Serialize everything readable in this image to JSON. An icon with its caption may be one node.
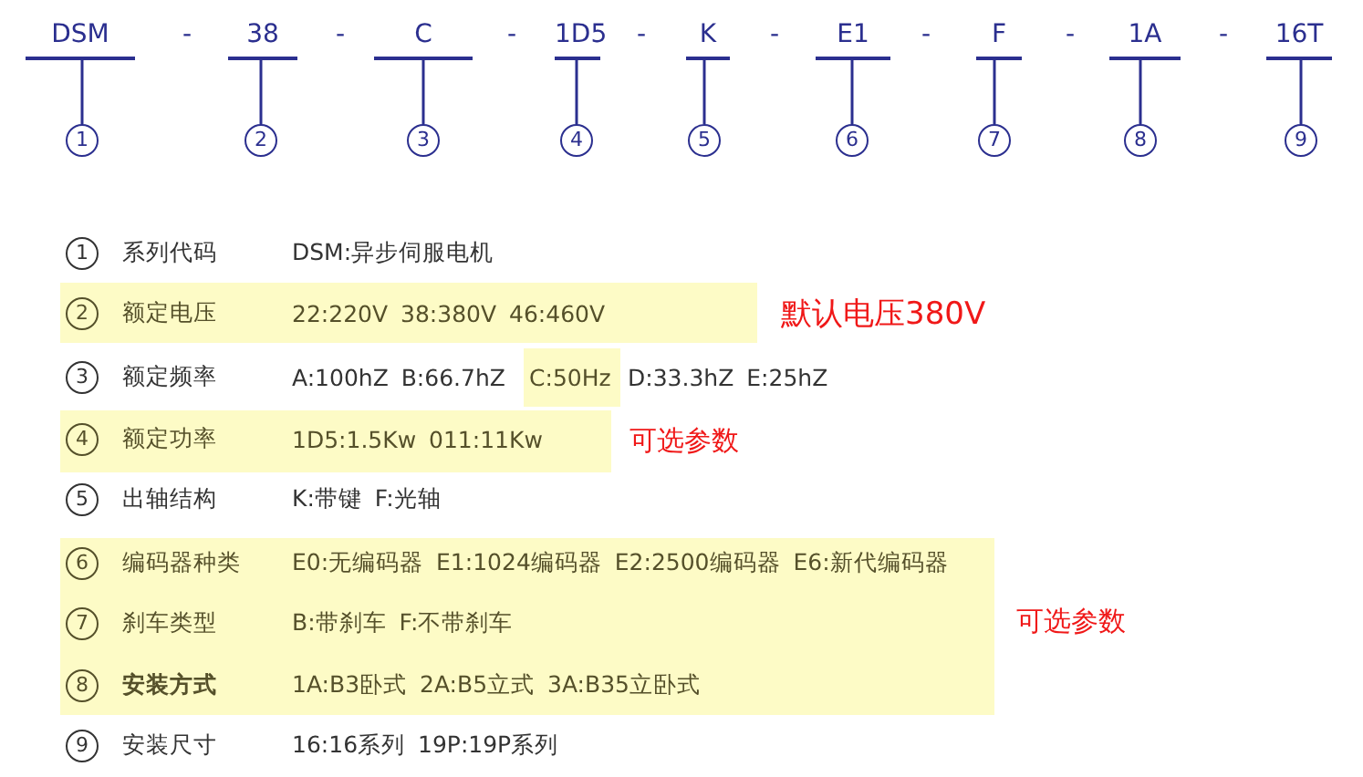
{
  "diagram": {
    "nodes": [
      {
        "text": [
          "DSM"
        ]
      },
      {
        "text": [
          "38"
        ]
      },
      {
        "text": [
          "C"
        ]
      },
      {
        "text": [
          "1D5"
        ]
      },
      {
        "text": [
          "K"
        ]
      },
      {
        "text": [
          "E1"
        ]
      },
      {
        "text": [
          "F"
        ]
      },
      {
        "text": [
          "1A"
        ]
      },
      {
        "text": [
          "16T"
        ]
      },
      {
        "text": [
          "1"
        ]
      },
      {
        "text": [
          "2"
        ]
      },
      {
        "text": [
          "3"
        ]
      },
      {
        "text": [
          "4"
        ]
      },
      {
        "text": [
          "5"
        ]
      },
      {
        "text": [
          "6"
        ]
      },
      {
        "text": [
          "7"
        ]
      },
      {
        "text": [
          "8"
        ]
      },
      {
        "text": [
          "9"
        ]
      },
      {
        "text": [
          "1"
        ]
      },
      {
        "text": [
          "额定电压",
          "22:220V 38:380V 46:460V"
        ]
      },
      {
        "text": [
          "2"
        ],
        "in": 19
      },
      {
        "text": [
          "C:50Hz"
        ]
      },
      {
        "text": [
          "3"
        ]
      },
      {
        "text": [
          "额定功率",
          "1D5:1.5Kw 011:11Kw"
        ]
      },
      {
        "text": [
          "4"
        ],
        "in": 23
      },
      {
        "text": [
          "5"
        ]
      },
      {
        "text": [
          "编码器种类",
          "E0:无编码器 E1:1024编码器 E2:2500编码器 E6:新代编码器",
          "刹车类型",
          "B:带刹车 F:不带刹车",
          "安装方式",
          "1A:B3卧式 2A:B5立式 3A:B35立卧式"
        ]
      },
      {
        "text": [
          "6"
        ],
        "in": 26
      },
      {
        "text": [
          "7"
        ],
        "in": 26
      },
      {
        "text": [
          "8"
        ],
        "in": 26
      },
      {
        "text": [
          "9"
        ]
      }
    ],
    "edges": [
      {
        "from": 0,
        "to": 9,
        "arrow": "none"
      },
      {
        "from": 1,
        "to": 10,
        "arrow": "none"
      },
      {
        "from": 2,
        "to": 11,
        "arrow": "none"
      },
      {
        "from": 3,
        "to": 12,
        "arrow": "none"
      },
      {
        "from": 4,
        "to": 13,
        "arrow": "none"
      },
      {
        "from": 5,
        "to": 14,
        "arrow": "none"
      },
      {
        "from": 6,
        "to": 15,
        "arrow": "none"
      },
      {
        "from": 7,
        "to": 16,
        "arrow": "none"
      },
      {
        "from": 8,
        "to": 17,
        "arrow": "none"
      }
    ],
    "labels": [
      "-",
      "-",
      "-",
      "-",
      "-",
      "-",
      "-",
      "-",
      "系列代码",
      "DSM:异步伺服电机",
      "默认电压380V",
      "额定频率",
      "A:100hZ B:66.7hZ",
      "D:33.3hZ E:25hZ",
      "可选参数",
      "出轴结构",
      "K:带键 F:光轴",
      "可选参数",
      "安装尺寸",
      "16:16系列 19P:19P系列"
    ]
  }
}
